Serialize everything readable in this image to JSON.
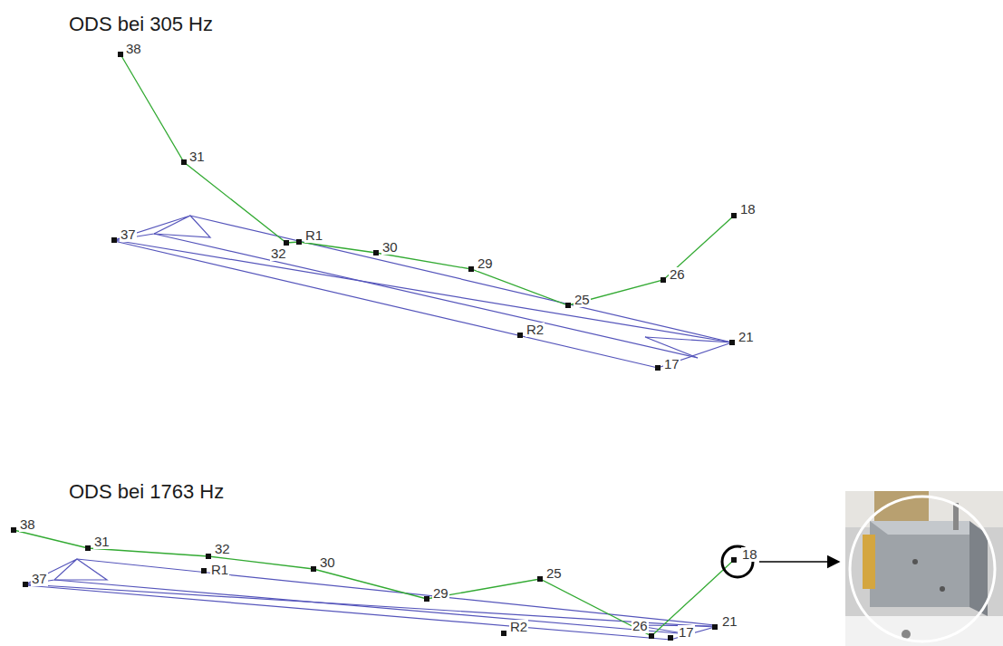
{
  "diagram": {
    "labels": [
      "ODS bei 305 Hz",
      "38",
      "31",
      "37",
      "32",
      "R1",
      "30",
      "29",
      "25",
      "26",
      "18",
      "21",
      "17",
      "R2",
      "ODS bei 1763 Hz",
      "38",
      "31",
      "32",
      "R1",
      "30",
      "29",
      "25",
      "18",
      "37",
      "26",
      "17",
      "R2",
      "21"
    ]
  }
}
